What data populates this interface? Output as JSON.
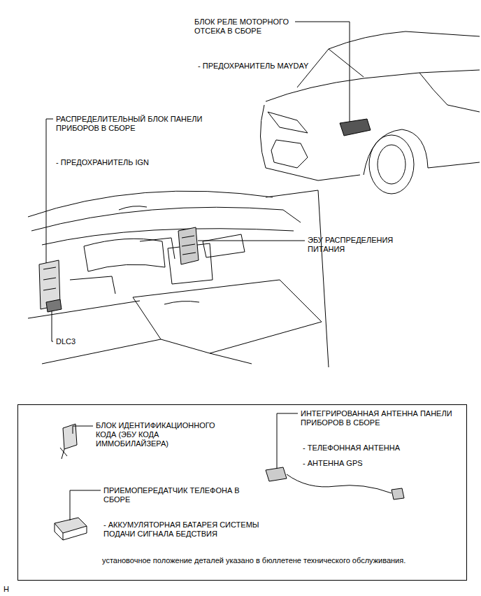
{
  "diagram": {
    "nodes": [
      {
        "text": [
          "установочное положение деталей указано в бюллетене технического обслуживания."
        ]
      }
    ],
    "labels": [
      "БЛОК РЕЛЕ МОТОРНОГО ОТСЕКА В СБОРЕ",
      "- ПРЕДОХРАНИТЕЛЬ MAYDAY",
      "РАСПРЕДЕЛИТЕЛЬНЫЙ БЛОК ПАНЕЛИ ПРИБОРОВ В СБОРЕ",
      "- ПРЕДОХРАНИТЕЛЬ IGN",
      "ЭБУ РАСПРЕДЕЛЕНИЯ ПИТАНИЯ",
      "DLC3",
      "БЛОК ИДЕНТИФИКАЦИОННОГО КОДА (ЭБУ КОДА ИММОБИЛАЙЗЕРА)",
      "ИНТЕГРИРОВАННАЯ АНТЕННА ПАНЕЛИ ПРИБОРОВ В СБОРЕ",
      "- ТЕЛЕФОННАЯ АНТЕННА",
      "- АНТЕННА GPS",
      "ПРИЕМОПЕРЕДАТЧИК ТЕЛЕФОНА В СБОРЕ",
      "- АККУМУЛЯТОРНАЯ БАТАРЕЯ СИСТЕМЫ ПОДАЧИ СИГНАЛА БЕДСТВИЯ",
      "H"
    ]
  }
}
